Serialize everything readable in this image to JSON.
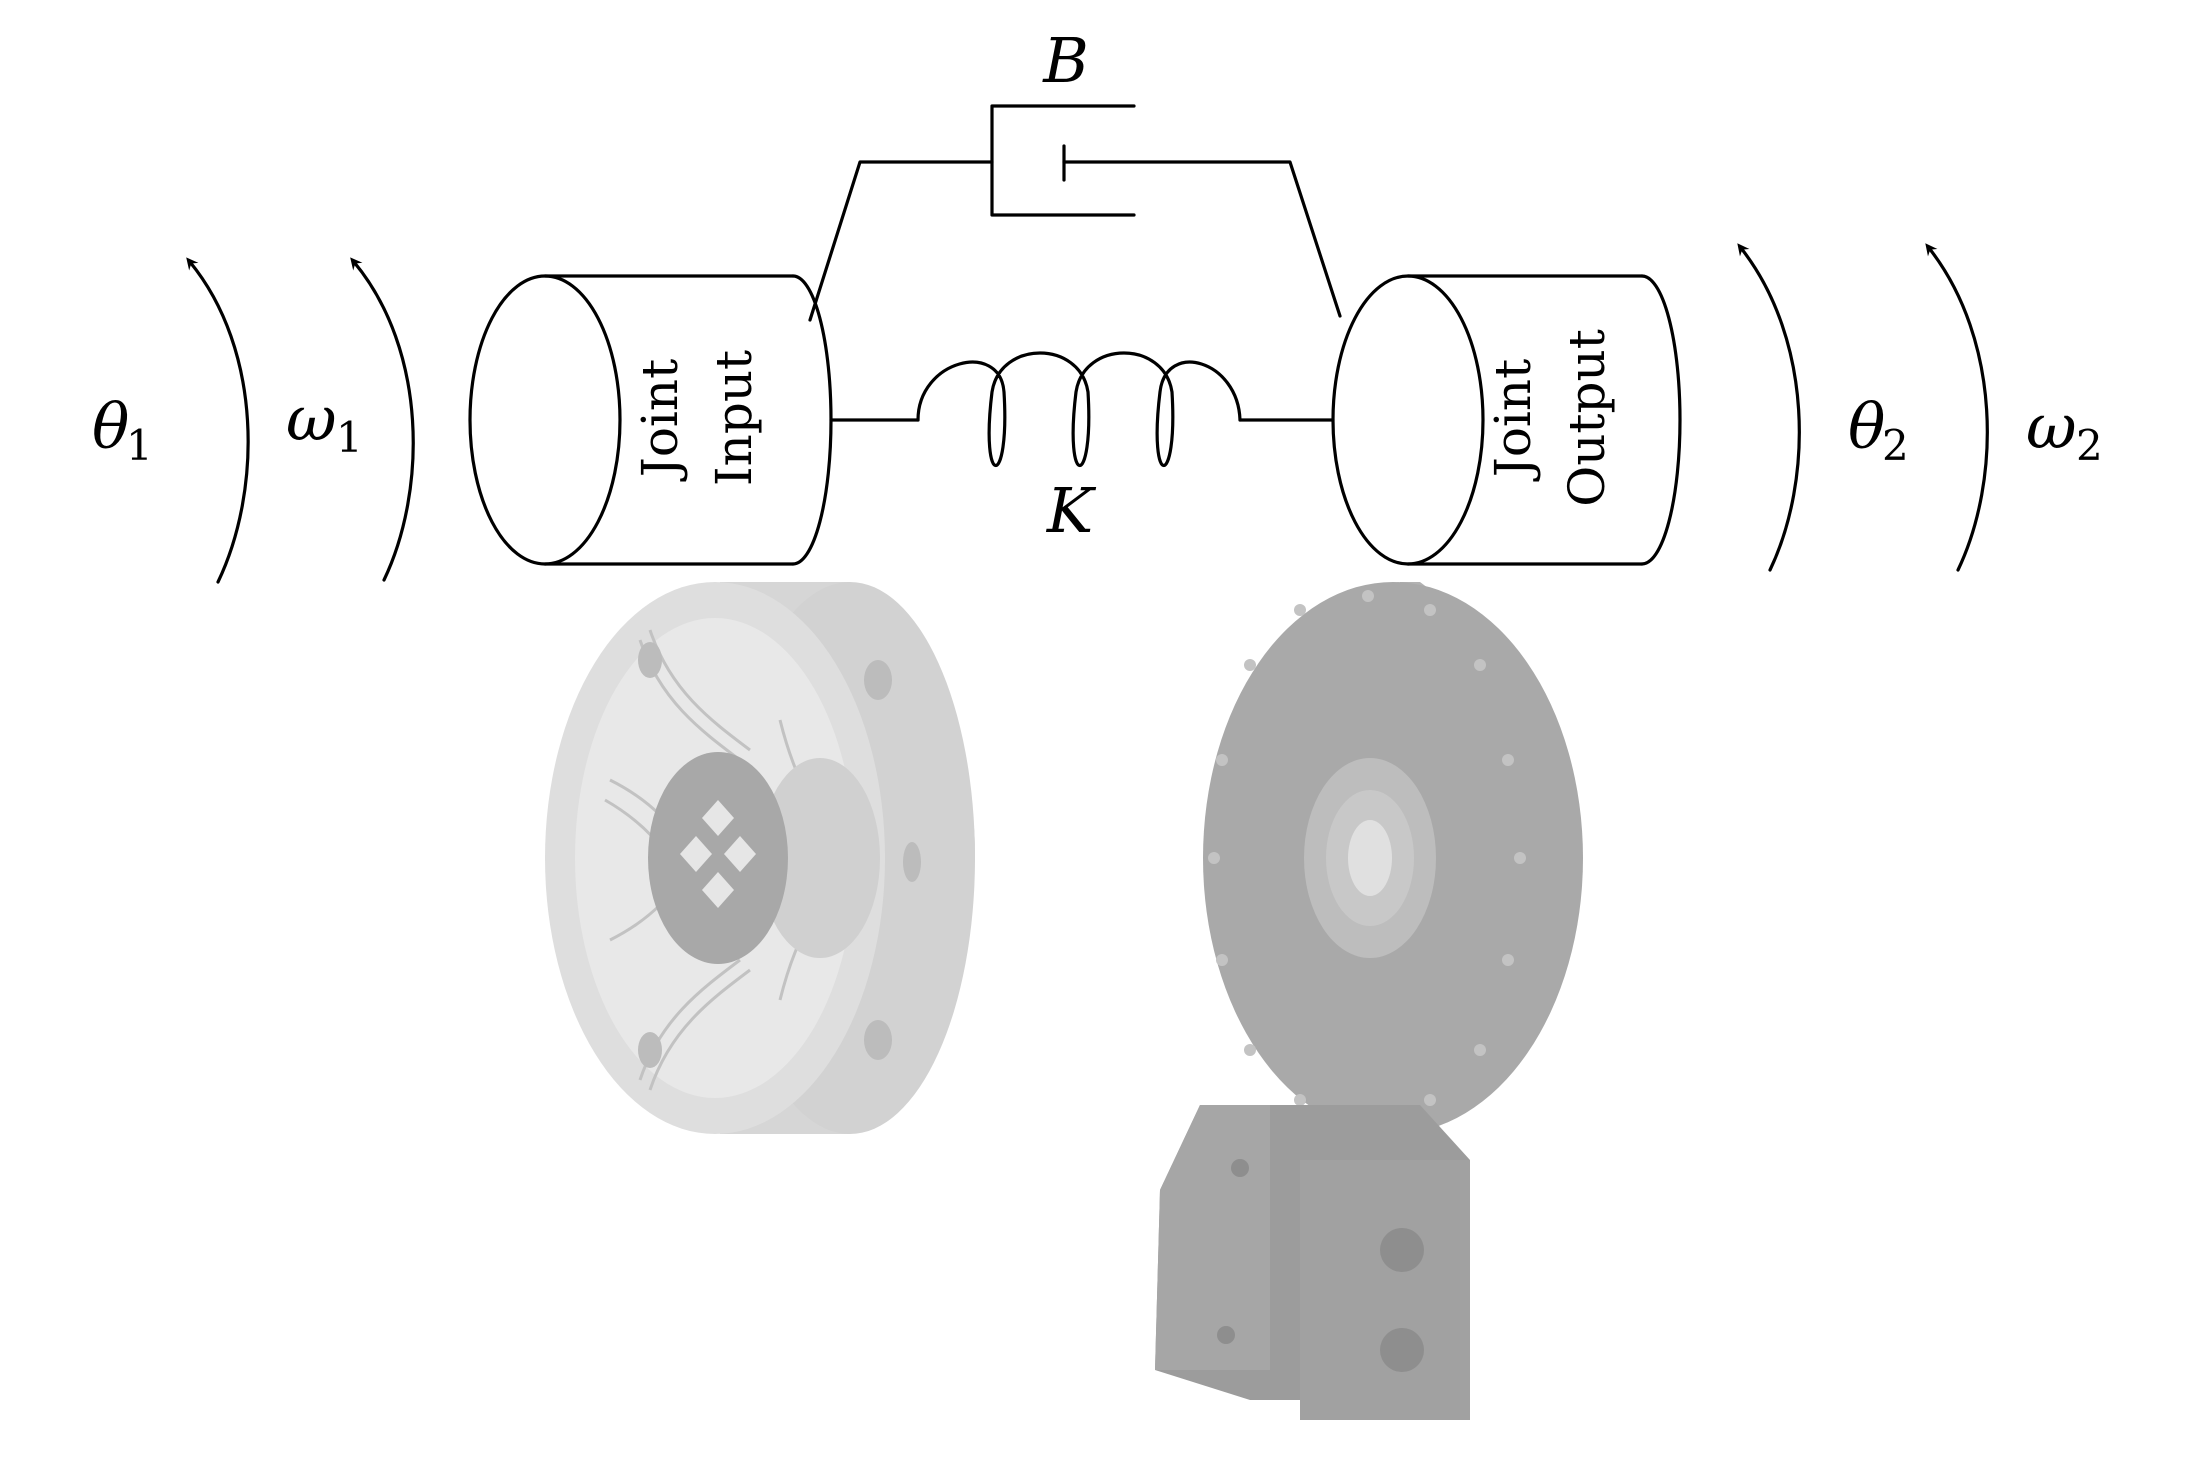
{
  "symbols": {
    "theta1": {
      "base": "θ",
      "sub": "1"
    },
    "omega1": {
      "base": "ω",
      "sub": "1"
    },
    "theta2": {
      "base": "θ",
      "sub": "2"
    },
    "omega2": {
      "base": "ω",
      "sub": "2"
    },
    "damper": "B",
    "spring": "K"
  },
  "joint_input": {
    "line1": "Joint",
    "line2": "Input"
  },
  "joint_output": {
    "line1": "Joint",
    "line2": "Output"
  },
  "colors": {
    "ink": "#000000",
    "part_light": "#dedede",
    "part_mid": "#cdcdcd",
    "part_dark": "#a9a9a9",
    "part_darker": "#9c9c9c"
  }
}
